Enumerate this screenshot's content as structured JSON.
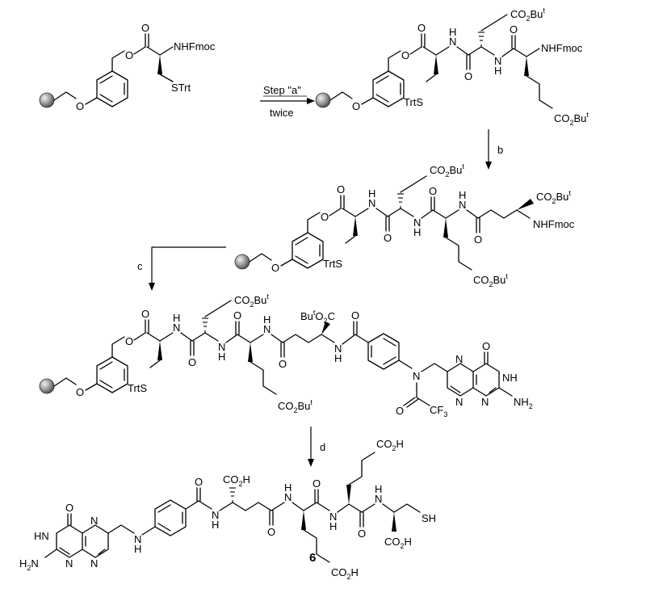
{
  "steps": {
    "a_label": "Step \"a\"",
    "a_sub": "twice",
    "b": "b",
    "c": "c",
    "d": "d"
  },
  "compound_number": "6",
  "atoms": {
    "nhfmoc": "NHFmoc",
    "strt": "STrt",
    "trts": "TrtS",
    "co2but": "CO",
    "but_sub": "2",
    "but_tail": "Bu",
    "tert": "t",
    "bu_o2c_bu": "Bu",
    "o": "O",
    "n": "N",
    "h": "H",
    "nh": "NH",
    "hn": "HN",
    "nh2": "NH",
    "h2n": "H",
    "cf3": "CF",
    "three": "3",
    "co2h": "CO",
    "two": "2",
    "h_tail": "H",
    "sh": "SH"
  },
  "colors": {
    "resin_bead_light": "#e6e6e6",
    "resin_bead_dark": "#5a5a5a"
  }
}
